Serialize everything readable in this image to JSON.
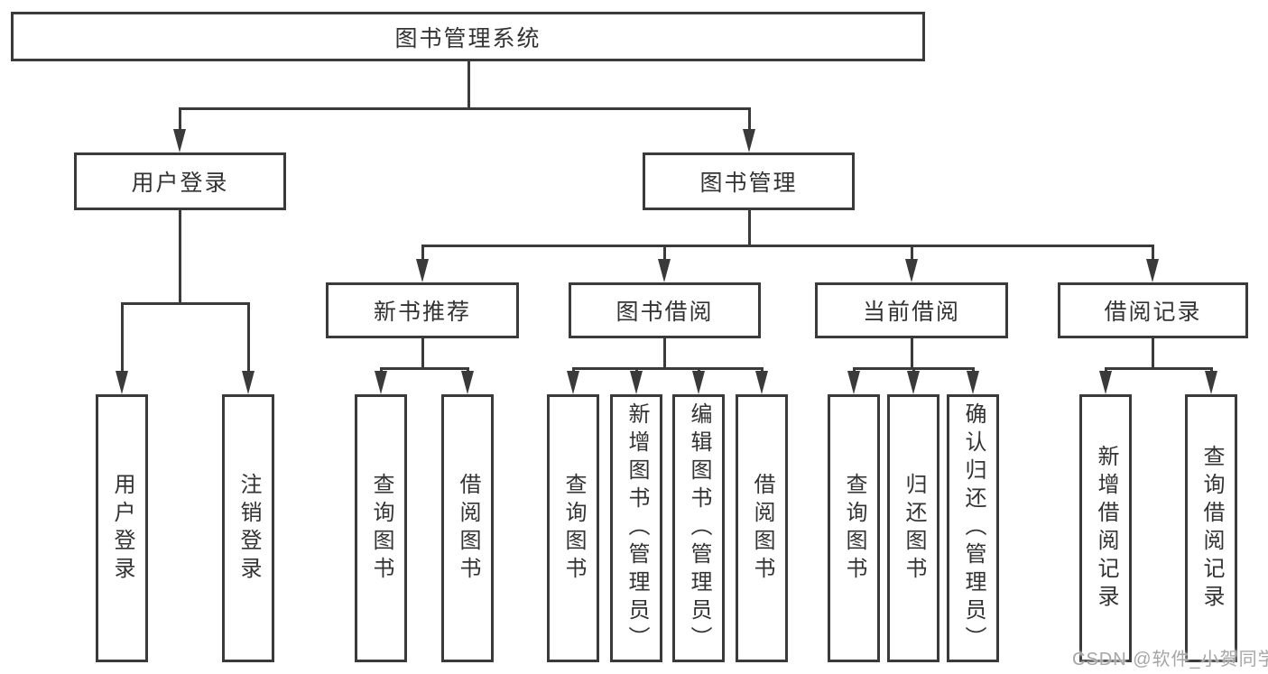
{
  "diagram": {
    "title": "图书管理系统",
    "nodes": {
      "root": {
        "id": "library-system",
        "label": "图书管理系统"
      },
      "l2": [
        {
          "id": "user-login",
          "label": "用户登录"
        },
        {
          "id": "book-management",
          "label": "图书管理"
        }
      ],
      "l3": [
        {
          "id": "new-book-recommend",
          "label": "新书推荐",
          "parent": "book-management"
        },
        {
          "id": "book-borrow",
          "label": "图书借阅",
          "parent": "book-management"
        },
        {
          "id": "current-borrow",
          "label": "当前借阅",
          "parent": "book-management"
        },
        {
          "id": "borrow-records",
          "label": "借阅记录",
          "parent": "book-management"
        }
      ],
      "l4": [
        {
          "id": "user-login-action",
          "label": "用户登录",
          "parent": "user-login"
        },
        {
          "id": "logout-action",
          "label": "注销登录",
          "parent": "user-login"
        },
        {
          "id": "query-books-1",
          "label": "查询图书",
          "parent": "new-book-recommend"
        },
        {
          "id": "borrow-books-1",
          "label": "借阅图书",
          "parent": "new-book-recommend"
        },
        {
          "id": "query-books-2",
          "label": "查询图书",
          "parent": "book-borrow"
        },
        {
          "id": "add-books-admin",
          "label": "新增图书（管理员）",
          "parent": "book-borrow"
        },
        {
          "id": "edit-books-admin",
          "label": "编辑图书（管理员）",
          "parent": "book-borrow"
        },
        {
          "id": "borrow-books-2",
          "label": "借阅图书",
          "parent": "book-borrow"
        },
        {
          "id": "query-books-3",
          "label": "查询图书",
          "parent": "current-borrow"
        },
        {
          "id": "return-books",
          "label": "归还图书",
          "parent": "current-borrow"
        },
        {
          "id": "confirm-return-admin",
          "label": "确认归还（管理员）",
          "parent": "current-borrow"
        },
        {
          "id": "add-borrow-record",
          "label": "新增借阅记录",
          "parent": "borrow-records"
        },
        {
          "id": "query-borrow-record",
          "label": "查询借阅记录",
          "parent": "borrow-records"
        }
      ]
    },
    "colors": {
      "line": "#3a3a3a",
      "text": "#333333",
      "background": "#ffffff",
      "watermark": "#a6a6a6"
    }
  },
  "watermark": "CSDN @软件_小贺同学"
}
